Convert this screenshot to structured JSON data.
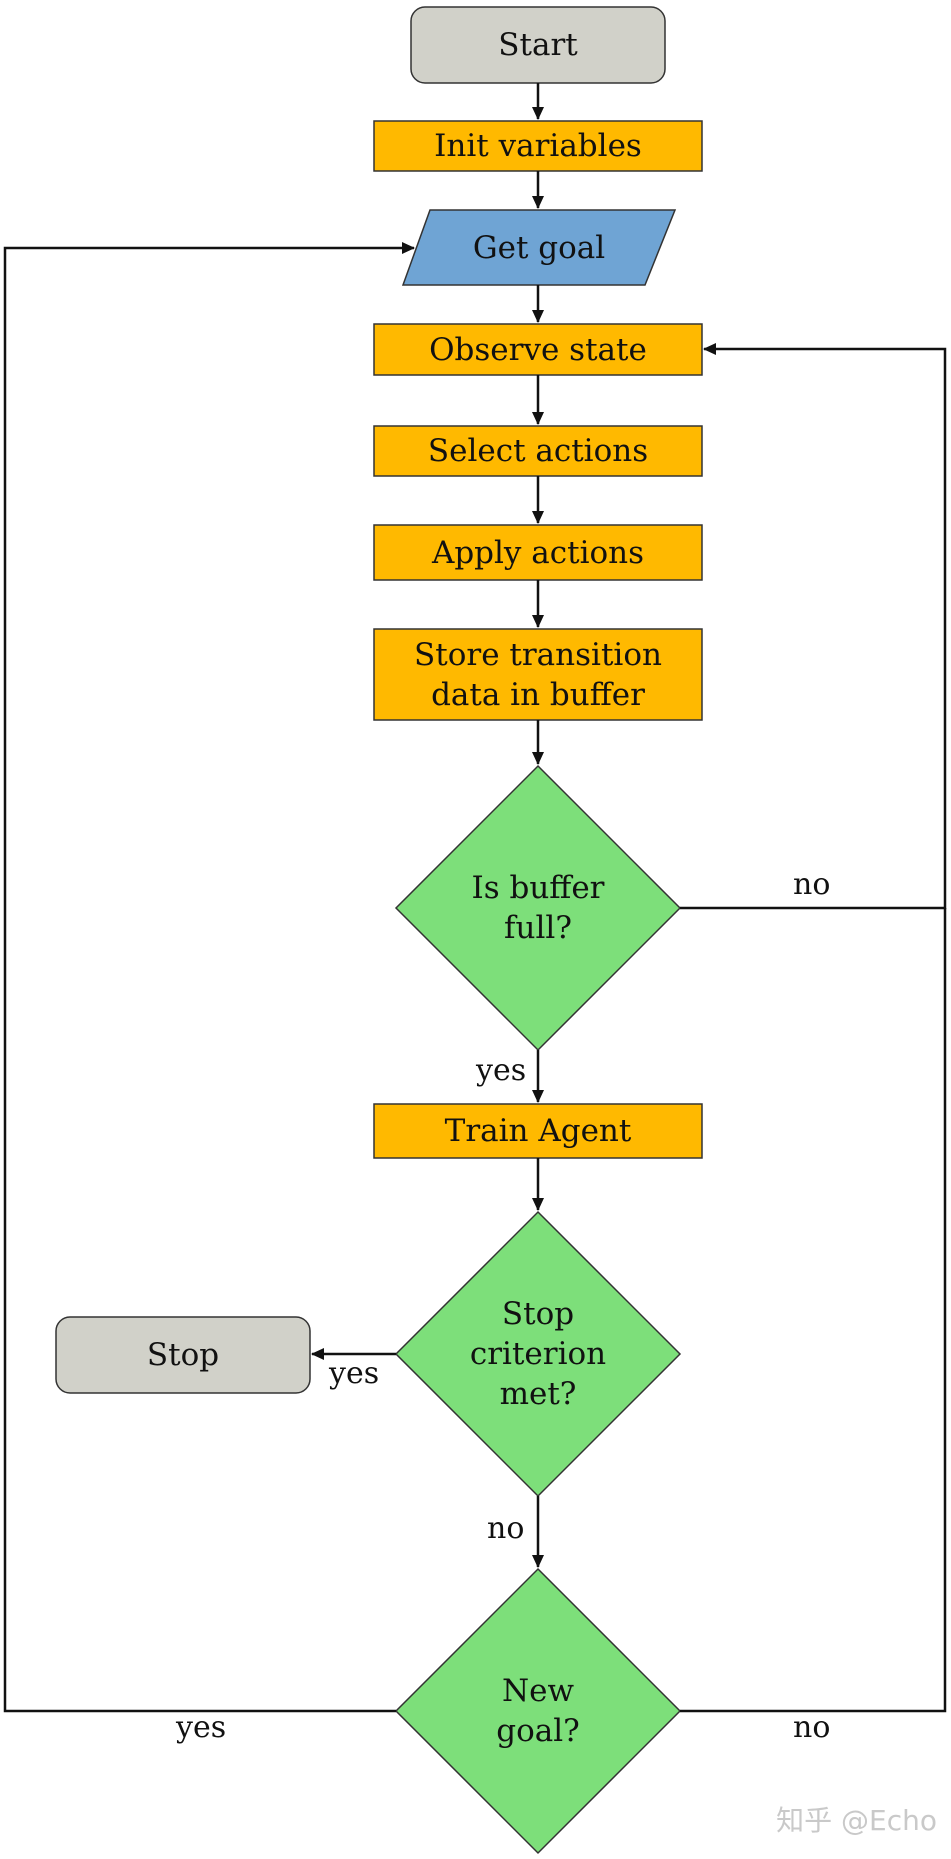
{
  "nodes": {
    "start": "Start",
    "init_variables": "Init variables",
    "get_goal": "Get goal",
    "observe_state": "Observe state",
    "select_actions": "Select actions",
    "apply_actions": "Apply actions",
    "store_transition": "Store transition\ndata in buffer",
    "buffer_full": "Is buffer\nfull?",
    "train_agent": "Train Agent",
    "stop_criterion": "Stop\ncriterion\nmet?",
    "stop": "Stop",
    "new_goal": "New\ngoal?"
  },
  "edge_labels": {
    "buffer_no": "no",
    "buffer_yes": "yes",
    "stop_yes": "yes",
    "stop_no": "no",
    "goal_yes": "yes",
    "goal_no": "no"
  },
  "watermark": "知乎 @Echo",
  "colors": {
    "terminal": "#d1d1c9",
    "process": "#ffb900",
    "input": "#6fa4d4",
    "decision": "#7ddf7a",
    "line": "#111111"
  }
}
